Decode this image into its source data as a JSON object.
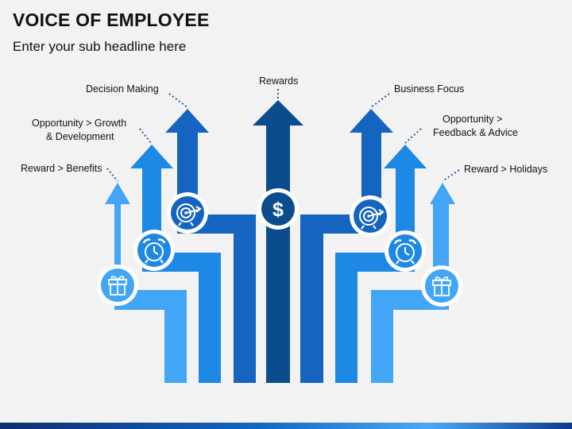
{
  "header": {
    "title": "VOICE OF EMPLOYEE",
    "subtitle": "Enter your sub headline here"
  },
  "labels": {
    "reward_benefits": "Reward > Benefits",
    "opportunity_growth_1": "Opportunity > Growth",
    "opportunity_growth_2": "& Development",
    "decision_making": "Decision Making",
    "rewards": "Rewards",
    "business_focus": "Business Focus",
    "opportunity_feedback_1": "Opportunity >",
    "opportunity_feedback_2": "Feedback & Advice",
    "reward_holidays": "Reward > Holidays"
  },
  "icons": {
    "center": "dollar-icon",
    "left_upper": "target-icon",
    "left_middle": "alarm-clock-icon",
    "left_lower": "gift-icon",
    "right_upper": "target-icon",
    "right_middle": "alarm-clock-icon",
    "right_lower": "gift-icon"
  },
  "colors": {
    "center": "#0b4d8c",
    "tier1": "#1565c0",
    "tier2": "#1e88e5",
    "tier3": "#42a5f5",
    "badge_ring": "#ffffff",
    "badge_fill_dark": "#1565c0",
    "badge_fill_light": "#42a5f5"
  }
}
